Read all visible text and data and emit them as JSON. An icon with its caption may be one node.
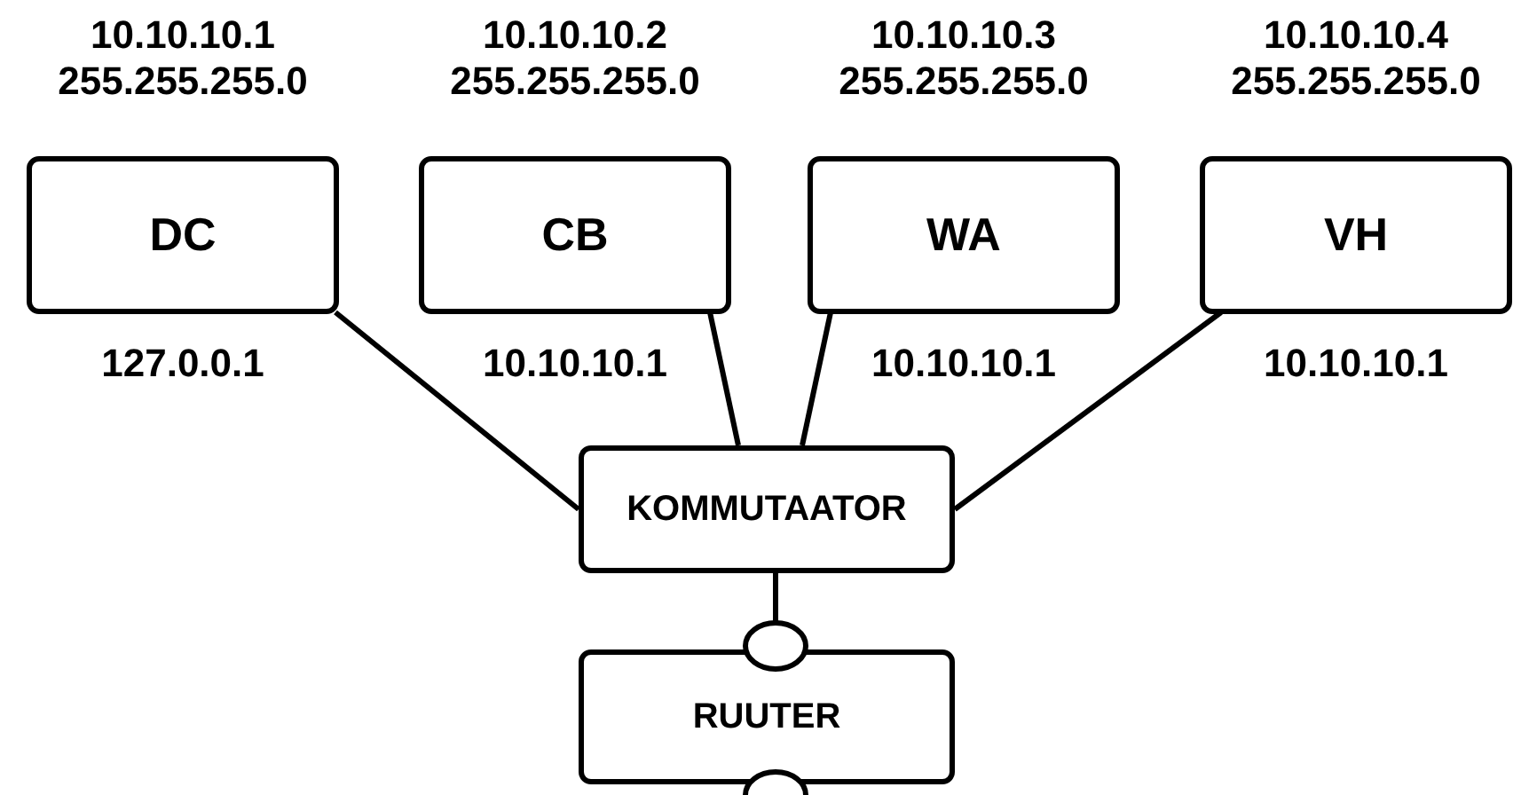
{
  "diagram": {
    "nodes": [
      {
        "text": [
          "DC"
        ],
        "beside": [
          "10.10.10.1 255.255.255.0",
          "127.0.0.1"
        ]
      },
      {
        "text": [
          "CB"
        ],
        "beside": [
          "10.10.10.2 255.255.255.0",
          "10.10.10.1"
        ]
      },
      {
        "text": [
          "WA"
        ],
        "beside": [
          "10.10.10.3 255.255.255.0",
          "10.10.10.1"
        ]
      },
      {
        "text": [
          "VH"
        ],
        "beside": [
          "10.10.10.4 255.255.255.0",
          "10.10.10.1"
        ]
      },
      {
        "text": [
          "KOMMUTAATOR"
        ]
      },
      {
        "text": [
          "RUUTER"
        ]
      }
    ],
    "edges": [
      {
        "from": 0,
        "to": 4,
        "arrow": "none"
      },
      {
        "from": 1,
        "to": 4,
        "arrow": "none"
      },
      {
        "from": 2,
        "to": 4,
        "arrow": "none"
      },
      {
        "from": 3,
        "to": 4,
        "arrow": "none"
      },
      {
        "from": 4,
        "to": 5,
        "arrow": "other"
      }
    ]
  }
}
